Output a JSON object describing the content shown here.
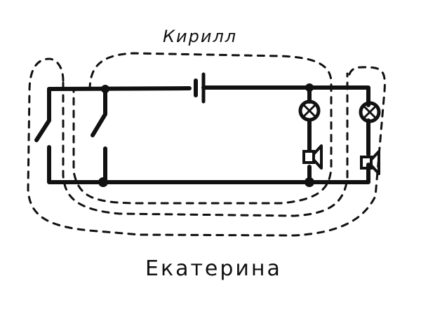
{
  "diagram": {
    "type": "electric-circuit-schematic",
    "style": "hand-drawn",
    "labels": {
      "top": "Кирилл",
      "bottom": "Екатерина"
    },
    "components": [
      {
        "id": "switch-1",
        "kind": "switch",
        "state": "open"
      },
      {
        "id": "switch-2",
        "kind": "switch",
        "state": "open"
      },
      {
        "id": "battery",
        "kind": "battery"
      },
      {
        "id": "lamp-1",
        "kind": "lamp"
      },
      {
        "id": "buzzer-1",
        "kind": "buzzer"
      },
      {
        "id": "lamp-2",
        "kind": "lamp"
      },
      {
        "id": "buzzer-2",
        "kind": "buzzer"
      }
    ],
    "regions": [
      {
        "id": "region-kirill",
        "label": "Кирилл",
        "style": "dashed"
      },
      {
        "id": "region-ekaterina",
        "label": "Екатерина",
        "style": "dashed"
      },
      {
        "id": "region-middle",
        "label": "",
        "style": "dashed"
      }
    ],
    "colors": {
      "ink": "#111111",
      "background": "#ffffff"
    }
  }
}
